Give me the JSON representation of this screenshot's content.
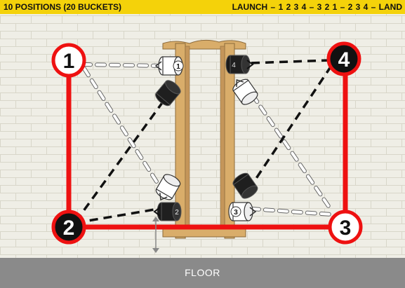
{
  "header": {
    "left_text": "10 POSITIONS (20 BUCKETS)",
    "right_text": "LAUNCH – 1  2  3  4 – 3  2  1 – 2  3  4 – LAND"
  },
  "positions": [
    {
      "label": "1",
      "style": "white"
    },
    {
      "label": "2",
      "style": "black"
    },
    {
      "label": "3",
      "style": "white"
    },
    {
      "label": "4",
      "style": "black"
    }
  ],
  "bucket_labels": {
    "top_left": "1",
    "top_right": "4",
    "bottom_left": "2",
    "bottom_right": "3"
  },
  "floor": {
    "label": "FLOOR"
  },
  "colors": {
    "path_red": "#ee1111",
    "header_yellow": "#f4d20a",
    "floor_gray": "#8a8a8a",
    "wood": "#d9ad6a"
  }
}
